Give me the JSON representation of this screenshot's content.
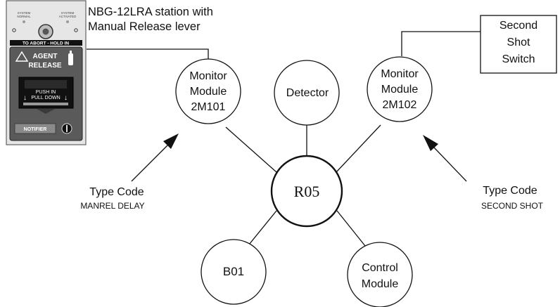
{
  "station": {
    "caption_line1": "NBG-12LRA station with",
    "caption_line2": "Manual Release lever",
    "label_system_normal_1": "SYSTEM",
    "label_system_normal_2": "NORMAL",
    "label_system_activated_1": "SYSTEM",
    "label_system_activated_2": "ACTIVATED",
    "abort_text": "TO ABORT - HOLD IN",
    "agent_line1": "AGENT",
    "agent_line2": "RELEASE",
    "push_line1": "PUSH  IN",
    "push_line2": "PULL DOWN",
    "brand": "NOTIFIER",
    "panel_color": "#5a5a5a",
    "housing_color": "#e6e6e6"
  },
  "nodes": {
    "monitor1_line1": "Monitor",
    "monitor1_line2": "Module",
    "monitor1_line3": "2M101",
    "detector": "Detector",
    "monitor2_line1": "Monitor",
    "monitor2_line2": "Module",
    "monitor2_line3": "2M102",
    "hub": "R05",
    "b01": "B01",
    "control_line1": "Control",
    "control_line2": "Module"
  },
  "switch_box": {
    "line1": "Second",
    "line2": "Shot",
    "line3": "Switch"
  },
  "type_left": {
    "title": "Type Code",
    "code": "MANREL DELAY"
  },
  "type_right": {
    "title": "Type Code",
    "code": "SECOND SHOT"
  }
}
